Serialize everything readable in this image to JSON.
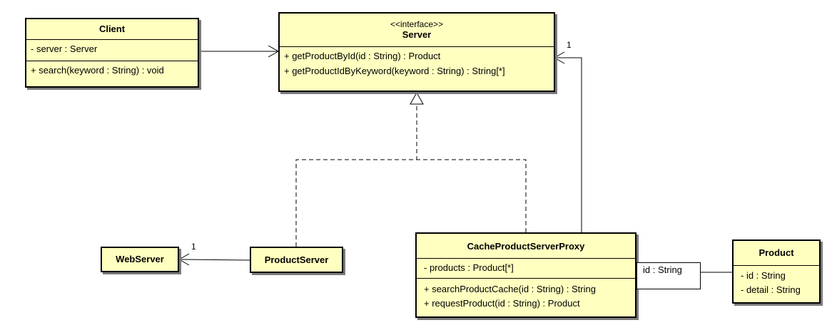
{
  "classes": {
    "client": {
      "name": "Client",
      "attributes": [
        "- server : Server"
      ],
      "operations": [
        "+ search(keyword : String) : void"
      ]
    },
    "server": {
      "stereotype": "<<interface>>",
      "name": "Server",
      "operations": [
        "+ getProductById(id : String) : Product",
        "+ getProductIdByKeyword(keyword : String) : String[*]"
      ]
    },
    "webserver": {
      "name": "WebServer"
    },
    "productserver": {
      "name": "ProductServer"
    },
    "proxy": {
      "name": "CacheProductServerProxy",
      "attributes": [
        "- products : Product[*]"
      ],
      "operations": [
        "+ searchProductCache(id : String) : String",
        "+ requestProduct(id : String) : Product"
      ]
    },
    "product": {
      "name": "Product",
      "attributes": [
        "- id : String",
        "- detail : String"
      ]
    }
  },
  "labels": {
    "proxy_server_multiplicity": "1",
    "webserver_multiplicity": "1",
    "qualifier": "id : String"
  }
}
